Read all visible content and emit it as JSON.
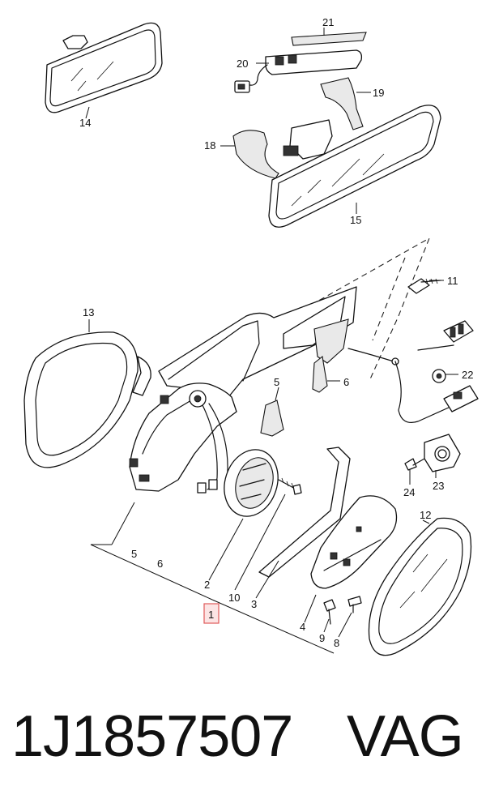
{
  "callouts": {
    "c1": "1",
    "c2": "2",
    "c3": "3",
    "c4": "4",
    "c5a": "5",
    "c5b": "5",
    "c6a": "6",
    "c6b": "6",
    "c8": "8",
    "c9": "9",
    "c10": "10",
    "c11": "11",
    "c12": "12",
    "c13": "13",
    "c14": "14",
    "c15": "15",
    "c18": "18",
    "c19": "19",
    "c20": "20",
    "c21": "21",
    "c22": "22",
    "c23": "23",
    "c24": "24"
  },
  "footer": {
    "part_number": "1J1857507",
    "brand": "VAG"
  },
  "colors": {
    "highlight_fill": "#fce4e4",
    "highlight_stroke": "#e05a5a",
    "ink": "#111111"
  }
}
